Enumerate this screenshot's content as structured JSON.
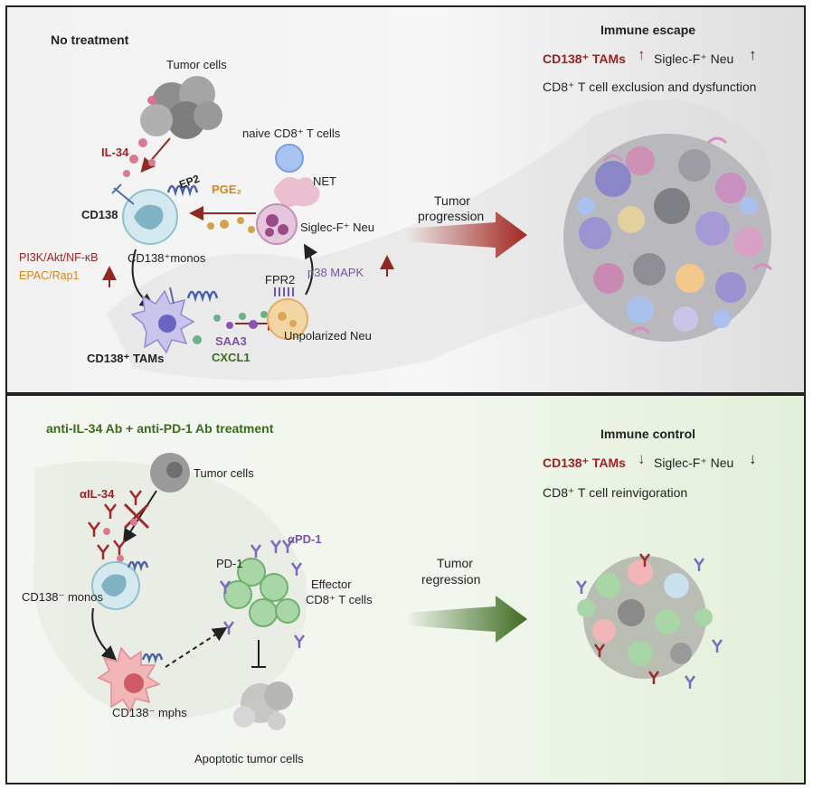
{
  "top": {
    "heading": "No treatment",
    "tumor_cells": "Tumor cells",
    "il34": "IL-34",
    "ep2": "EP2",
    "pge2": "PGE₂",
    "cd138_receptor": "CD138",
    "naive_cd8": "naive CD8⁺ T cells",
    "net": "NET",
    "siglec_neu": "Siglec-F⁺ Neu",
    "cd138_monos": "CD138⁺monos",
    "pi3k": "PI3K/Akt/NF-κB",
    "epac": "EPAC/Rap1",
    "fpr2": "FPR2",
    "p38": "p38 MAPK",
    "unpolarized_neu": "Unpolarized Neu",
    "cd138_tams": "CD138⁺ TAMs",
    "saa3": "SAA3",
    "cxcl1": "CXCL1",
    "progression_line1": "Tumor",
    "progression_line2": "progression",
    "outcome_title": "Immune escape",
    "outcome_tams": "CD138⁺ TAMs",
    "outcome_neu": "Siglec-F⁺ Neu",
    "outcome_tcell": "CD8⁺ T cell exclusion and dysfunction"
  },
  "bottom": {
    "heading": "anti-IL-34 Ab + anti-PD-1 Ab treatment",
    "tumor_cells": "Tumor cells",
    "ail34": "αIL-34",
    "apd1": "αPD-1",
    "pd1": "PD-1",
    "effector_line1": "Effector",
    "effector_line2": "CD8⁺ T cells",
    "cd138_monos": "CD138⁻ monos",
    "cd138_mphs": "CD138⁻ mphs",
    "apoptotic": "Apoptotic tumor cells",
    "regression_line1": "Tumor",
    "regression_line2": "regression",
    "outcome_title": "Immune control",
    "outcome_tams": "CD138⁺ TAMs",
    "outcome_neu": "Siglec-F⁺ Neu",
    "outcome_tcell": "CD8⁺ T cell reinvigoration"
  },
  "colors": {
    "red_text": "#9b2222",
    "orange_text": "#d4871d",
    "purple_text": "#7a52a8",
    "green_text": "#3a6b1e",
    "progression_arrow": "#a3261f",
    "regression_arrow": "#3e6b22"
  }
}
